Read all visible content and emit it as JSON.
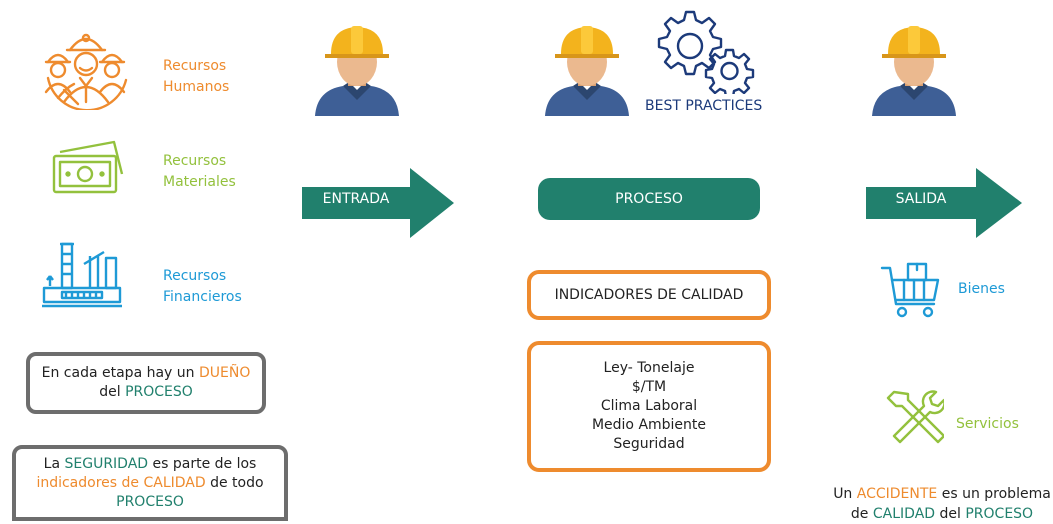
{
  "resources": {
    "human": {
      "line1": "Recursos",
      "line2": "Humanos",
      "icon": "workers-icon"
    },
    "material": {
      "line1": "Recursos",
      "line2": "Materiales",
      "icon": "money-icon"
    },
    "financial": {
      "line1": "Recursos",
      "line2": "Financieros",
      "icon": "factory-icon"
    }
  },
  "owner_note": {
    "p1": "En cada etapa hay un ",
    "k1": "DUEÑO",
    "p2": "del ",
    "k2": "PROCESO"
  },
  "safety_note": {
    "p1": "La ",
    "k1": "SEGURIDAD",
    "p2": " es parte de los",
    "k2": "indicadores de CALIDAD",
    "p3": " de todo",
    "k3": "PROCESO"
  },
  "flow": {
    "input": "ENTRADA",
    "process": "PROCESO",
    "output": "SALIDA"
  },
  "best_practices": "BEST PRACTICES",
  "quality_title": "INDICADORES DE CALIDAD",
  "quality_items": [
    "Ley- Tonelaje",
    "$/TM",
    "Clima Laboral",
    "Medio Ambiente",
    "Seguridad"
  ],
  "outputs": {
    "goods": {
      "label": "Bienes",
      "icon": "shopping-cart-icon"
    },
    "services": {
      "label": "Servicios",
      "icon": "tools-icon"
    }
  },
  "accident_note": {
    "p1": "Un ",
    "k1": "ACCIDENTE",
    "p2": " es un problema",
    "p3": "de ",
    "k2": "CALIDAD",
    "p4": " del ",
    "k3": "PROCESO"
  },
  "colors": {
    "teal": "#21806d",
    "orange": "#ee8b2e",
    "green": "#93c13d",
    "blue": "#1e9ad6",
    "gray": "#6d6d6d",
    "navy": "#1c3a7a"
  }
}
